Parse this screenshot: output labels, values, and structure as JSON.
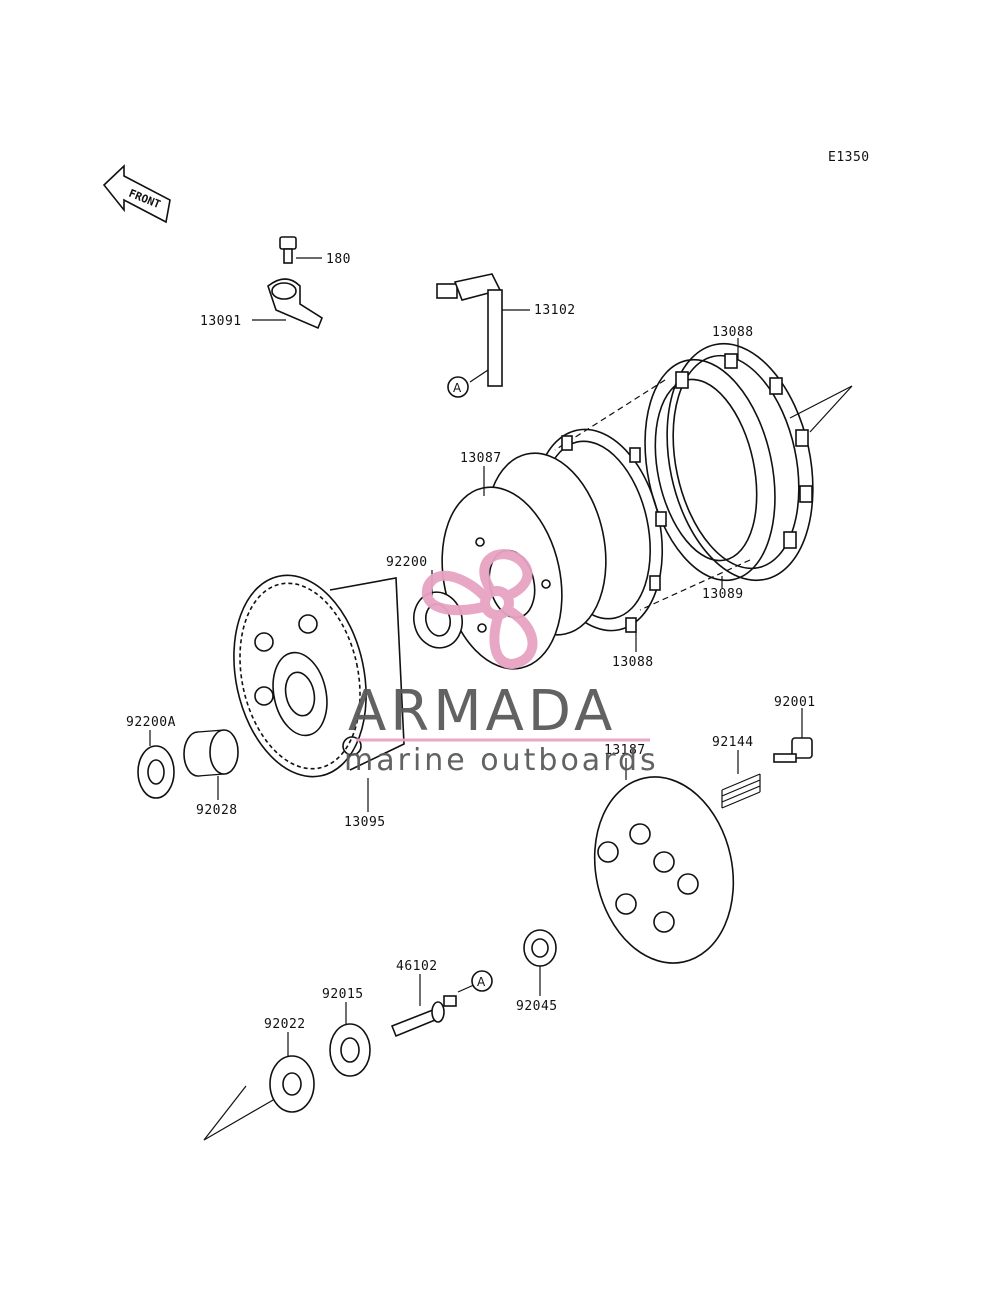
{
  "diagram_code": "E1350",
  "front_label": "FRONT",
  "ref_marker": "A",
  "parts": {
    "p180": "180",
    "p13091": "13091",
    "p13102": "13102",
    "p13088_top": "13088",
    "p13087": "13087",
    "p92200": "92200",
    "p13089": "13089",
    "p13088_bottom": "13088",
    "p92200A": "92200A",
    "p92028": "92028",
    "p13095": "13095",
    "p13187": "13187",
    "p92144": "92144",
    "p92001": "92001",
    "p46102": "46102",
    "p92015": "92015",
    "p92022": "92022",
    "p92045": "92045"
  },
  "watermark": {
    "brand": "ARMADA",
    "tagline": "marine outboards",
    "accent_color": "#e7a3c2",
    "text_color": "#5a5a5a"
  }
}
